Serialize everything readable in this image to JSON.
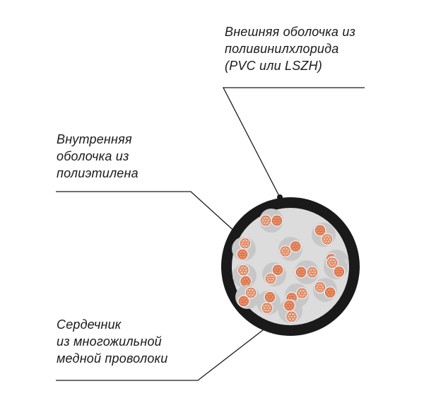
{
  "labels": {
    "outer_sheath": [
      "Внешняя оболочка из",
      "поливинилхлорида",
      "(PVC или LSZH)"
    ],
    "inner_sheath": [
      "Внутренняя",
      "оболочка из",
      "полиэтилена"
    ],
    "core": [
      "Сердечник",
      "из многожильной",
      "медной проволоки"
    ]
  },
  "colors": {
    "outer_sheath": "#1a1a1a",
    "inner_sheath": "#dcdcdc",
    "copper": "#e99a6f",
    "copper_strand_line": "#d45a36",
    "tinned": "#efc7a8",
    "insulation": "#c7c7c7",
    "leader_line": "#1a1a1a"
  }
}
